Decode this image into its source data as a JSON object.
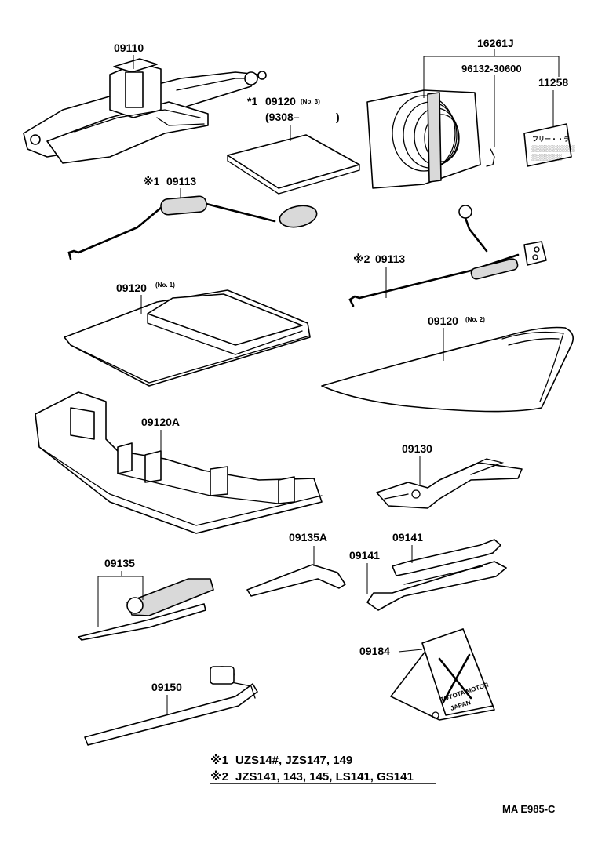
{
  "labels": {
    "jack": "09110",
    "cover_no3": "09120",
    "cover_no3_suffix": "(No. 3)",
    "cover_no3_mark": "*1",
    "cover_no3_code": "(9308–",
    "cover_no3_code_close": ")",
    "cable_kit": "16261J",
    "clip": "96132-30600",
    "label_plate": "11258",
    "handle1": "09113",
    "handle1_mark": "※1",
    "handle2": "09113",
    "handle2_mark": "※2",
    "cover_no1": "09120",
    "cover_no1_suffix": "(No. 1)",
    "cover_no2": "09120",
    "cover_no2_suffix": "(No. 2)",
    "tray": "09120A",
    "pliers": "09130",
    "wrench_bar": "09135A",
    "screwdriver": "09135",
    "wrench_a": "09141",
    "wrench_b": "09141",
    "triangle": "09184",
    "lug_wrench": "09150"
  },
  "legend": {
    "note1_mark": "※1",
    "note1_text": "UZS14#, JZS147, 149",
    "note2_mark": "※2",
    "note2_text": "JZS141, 143, 145, LS141, GS141"
  },
  "plate_text": {
    "line1": "フリー・・ラ",
    "line2": "░░░░░░░░░░",
    "line3": "░░░░░░░"
  },
  "triangle_text": {
    "brand": "TOYOTA MOTOR",
    "sub": "JAPAN"
  },
  "figure_code": "MA E985-C"
}
